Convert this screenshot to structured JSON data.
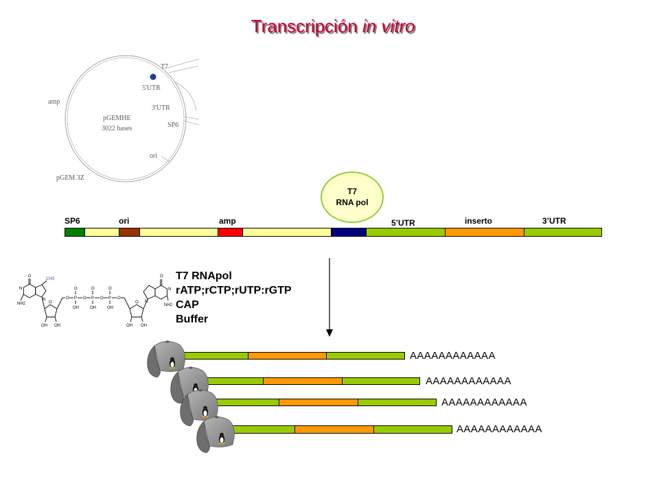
{
  "title": {
    "text": "Transcripción",
    "italic": "in vitro"
  },
  "plasmid": {
    "t7": "T7",
    "utr5": "5'UTR",
    "utr3": "3'UTR",
    "sp6": "SP6",
    "amp": "amp",
    "name": "pGEMHE",
    "size": "3022 bases",
    "ori": "ori",
    "parent": "pGEM 3Z"
  },
  "polymerase": {
    "line1": "T7",
    "line2": "RNA pol"
  },
  "linear_map": {
    "labels": {
      "sp6": "SP6",
      "ori": "ori",
      "amp": "amp",
      "utr5": "5’UTR",
      "insert": "inserto",
      "utr3": "3’UTR"
    }
  },
  "cap_structure": {
    "phosphorus": "P",
    "oxygen": "O",
    "hydroxyl": "OH",
    "nitrogen": "N",
    "amine": "NH2",
    "methyl": "CH3"
  },
  "reagents": [
    "T7 RNApol",
    "rATP;rCTP;rUTP:rGTP",
    "CAP",
    "Buffer"
  ],
  "transcripts": [
    {
      "tail": "AAAAAAAAAAAA"
    },
    {
      "tail": "AAAAAAAAAAAA"
    },
    {
      "tail": "AAAAAAAAAAAA"
    },
    {
      "tail": "AAAAAAAAAAAA"
    }
  ],
  "colors": {
    "title": "#cc0033",
    "sp6": "#008000",
    "backbone": "#ffff99",
    "ori": "#993300",
    "amp": "#ff0000",
    "t7_promoter": "#000080",
    "utr": "#99cc00",
    "insert": "#ff9900",
    "polymerase_fill": "#ffffcc",
    "polymerase_border": "#99cc33",
    "plasmid_dot": "#1f3c9e"
  }
}
